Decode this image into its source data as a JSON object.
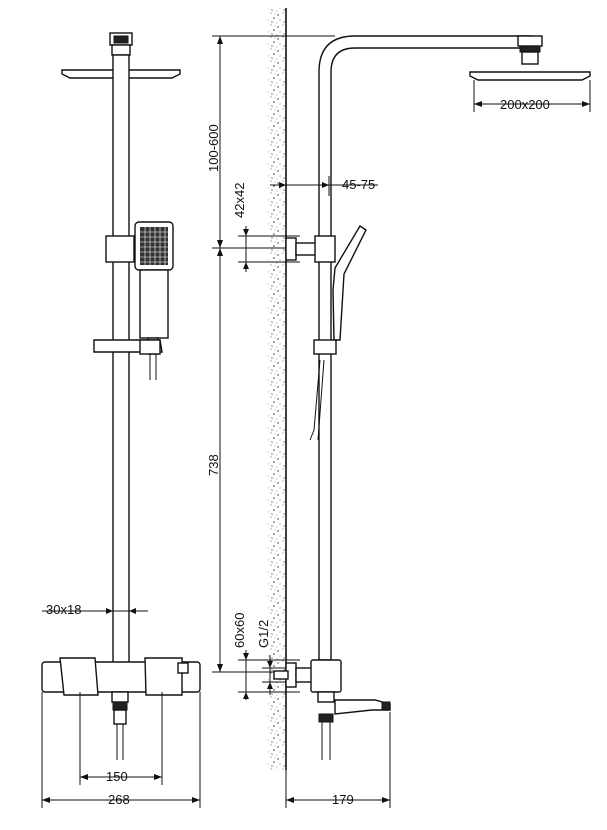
{
  "dimensions": {
    "head_size": "200x200",
    "arm_projection": "45-75",
    "bracket_size": "42x42",
    "head_height_range": "100-600",
    "rail_length": "738",
    "valve_size": "60x60",
    "inlet_thread": "G1/2",
    "pipe_section": "30x18",
    "inlet_centres": "150",
    "valve_width": "268",
    "spout_projection": "179"
  }
}
